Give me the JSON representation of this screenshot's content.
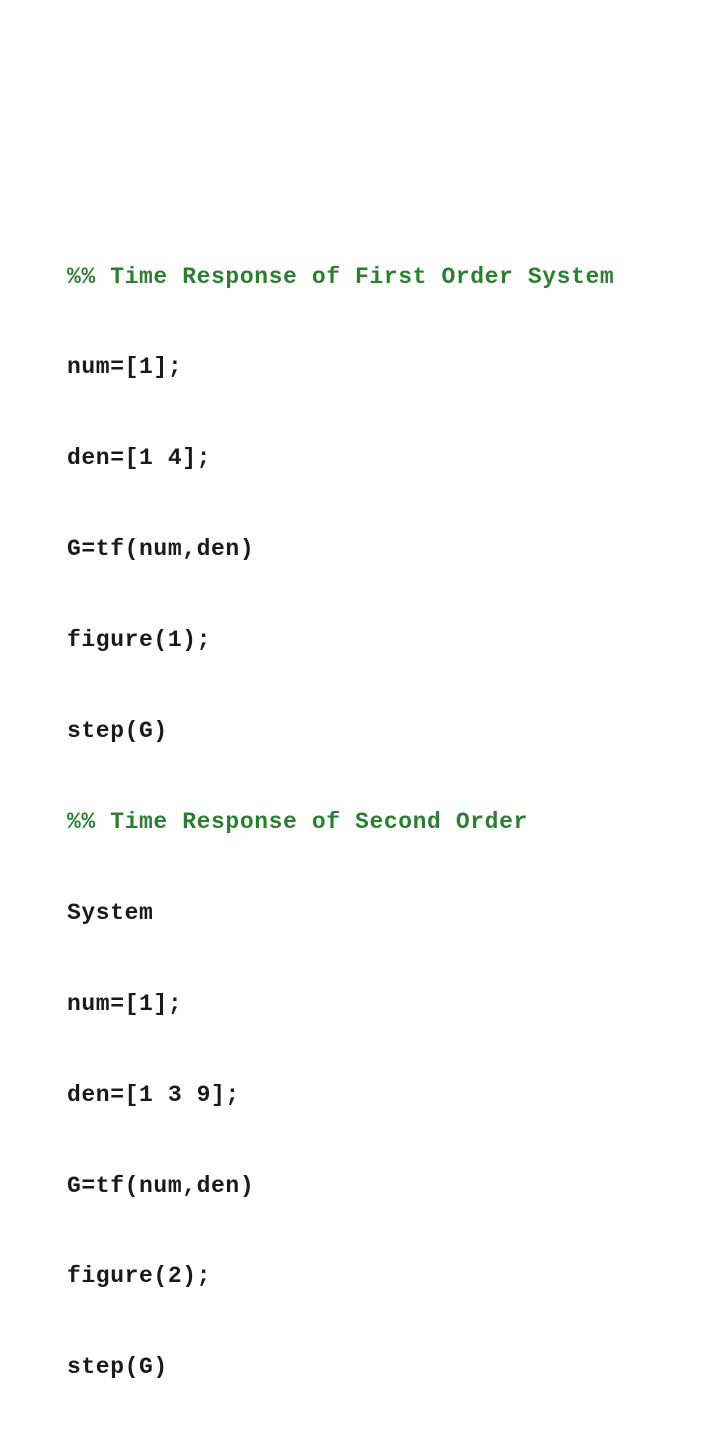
{
  "code": {
    "lines": [
      {
        "text": "%% Time Response of First Order System",
        "kind": "comment"
      },
      {
        "text": "num=[1];",
        "kind": "code"
      },
      {
        "text": "den=[1 4];",
        "kind": "code"
      },
      {
        "text": "G=tf(num,den)",
        "kind": "code"
      },
      {
        "text": "figure(1);",
        "kind": "code"
      },
      {
        "text": "step(G)",
        "kind": "code"
      },
      {
        "text": "%% Time Response of Second Order",
        "kind": "comment"
      },
      {
        "text": "System",
        "kind": "code"
      },
      {
        "text": "num=[1];",
        "kind": "code"
      },
      {
        "text": "den=[1 3 9];",
        "kind": "code"
      },
      {
        "text": "G=tf(num,den)",
        "kind": "code"
      },
      {
        "text": "figure(2);",
        "kind": "code"
      },
      {
        "text": "step(G)",
        "kind": "code"
      }
    ]
  },
  "colors": {
    "comment": "#2e7d32",
    "code": "#1a1a1a",
    "background": "#ffffff"
  }
}
